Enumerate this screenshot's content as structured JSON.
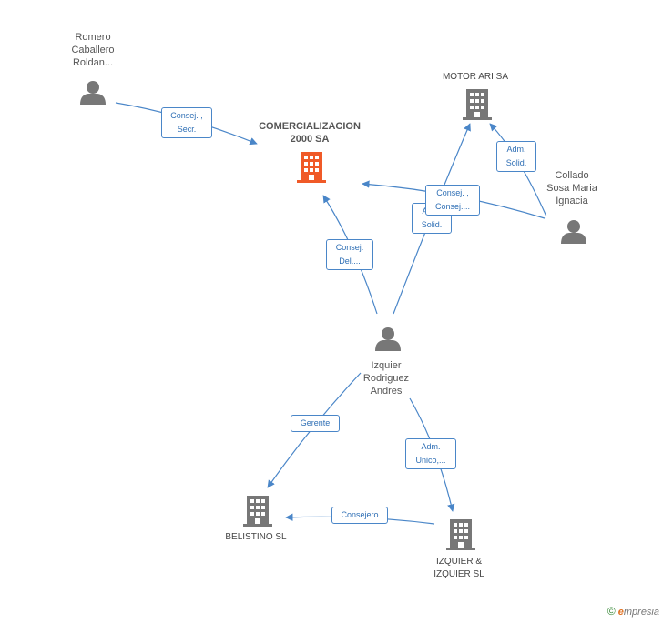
{
  "nodes": {
    "romero": {
      "label_lines": [
        "Romero",
        "Caballero",
        "Roldan..."
      ],
      "type": "person"
    },
    "comercializacion": {
      "label_lines": [
        "COMERCIALIZACION",
        "2000 SA"
      ],
      "type": "company-main"
    },
    "motor": {
      "label_lines": [
        "MOTOR ARI SA"
      ],
      "type": "company"
    },
    "collado": {
      "label_lines": [
        "Collado",
        "Sosa Maria",
        "Ignacia"
      ],
      "type": "person"
    },
    "izquier": {
      "label_lines": [
        "Izquier",
        "Rodriguez",
        "Andres"
      ],
      "type": "person"
    },
    "belistino": {
      "label_lines": [
        "BELISTINO SL"
      ],
      "type": "company"
    },
    "izquier_sl": {
      "label_lines": [
        "IZQUIER &",
        "IZQUIER SL"
      ],
      "type": "company"
    }
  },
  "edges": [
    {
      "from": "romero",
      "to": "comercializacion",
      "label_lines": [
        "Consej. ,",
        "Secr."
      ]
    },
    {
      "from": "collado",
      "to": "comercializacion",
      "label_lines": [
        "Consej. ,",
        "Consej...."
      ]
    },
    {
      "from": "collado",
      "to": "motor",
      "label_lines": [
        "Adm.",
        "Solid."
      ]
    },
    {
      "from": "izquier",
      "to": "motor",
      "label_lines": [
        "Adm.",
        "Solid."
      ]
    },
    {
      "from": "izquier",
      "to": "comercializacion",
      "label_lines": [
        "Consej.",
        "Del...."
      ]
    },
    {
      "from": "izquier",
      "to": "belistino",
      "label_lines": [
        "Gerente"
      ]
    },
    {
      "from": "izquier",
      "to": "izquier_sl",
      "label_lines": [
        "Adm.",
        "Unico,..."
      ]
    },
    {
      "from": "izquier_sl",
      "to": "belistino",
      "label_lines": [
        "Consejero"
      ]
    }
  ],
  "brand": {
    "copyright": "©",
    "name_first": "e",
    "name_rest": "mpresia"
  },
  "colors": {
    "edge": "#4a86c8",
    "person": "#777777",
    "company": "#777777",
    "main_company": "#f05a28"
  }
}
